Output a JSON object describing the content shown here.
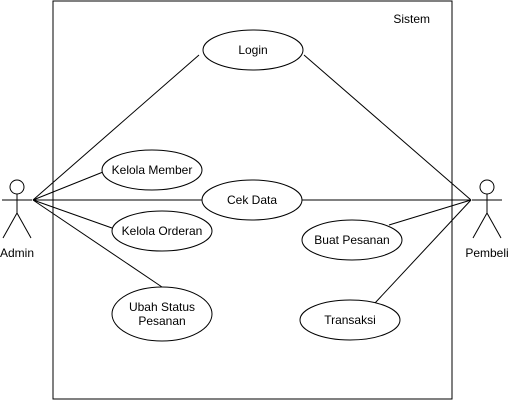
{
  "diagram": {
    "type": "use-case",
    "system": {
      "label": "Sistem"
    },
    "actors": [
      {
        "id": "admin",
        "label": "Admin"
      },
      {
        "id": "pembeli",
        "label": "Pembeli"
      }
    ],
    "use_cases": [
      {
        "id": "login",
        "lines": [
          "Login"
        ]
      },
      {
        "id": "kelola-member",
        "lines": [
          "Kelola Member"
        ]
      },
      {
        "id": "cek-data",
        "lines": [
          "Cek Data"
        ]
      },
      {
        "id": "kelola-orderan",
        "lines": [
          "Kelola Orderan"
        ]
      },
      {
        "id": "buat-pesanan",
        "lines": [
          "Buat Pesanan"
        ]
      },
      {
        "id": "ubah-status-pesanan",
        "lines": [
          "Ubah Status",
          "Pesanan"
        ]
      },
      {
        "id": "transaksi",
        "lines": [
          "Transaksi"
        ]
      }
    ],
    "associations": [
      {
        "actor": "admin",
        "use_case": "login"
      },
      {
        "actor": "admin",
        "use_case": "kelola-member"
      },
      {
        "actor": "admin",
        "use_case": "cek-data"
      },
      {
        "actor": "admin",
        "use_case": "kelola-orderan"
      },
      {
        "actor": "admin",
        "use_case": "ubah-status-pesanan"
      },
      {
        "actor": "pembeli",
        "use_case": "login"
      },
      {
        "actor": "pembeli",
        "use_case": "cek-data"
      },
      {
        "actor": "pembeli",
        "use_case": "buat-pesanan"
      },
      {
        "actor": "pembeli",
        "use_case": "transaksi"
      }
    ]
  }
}
